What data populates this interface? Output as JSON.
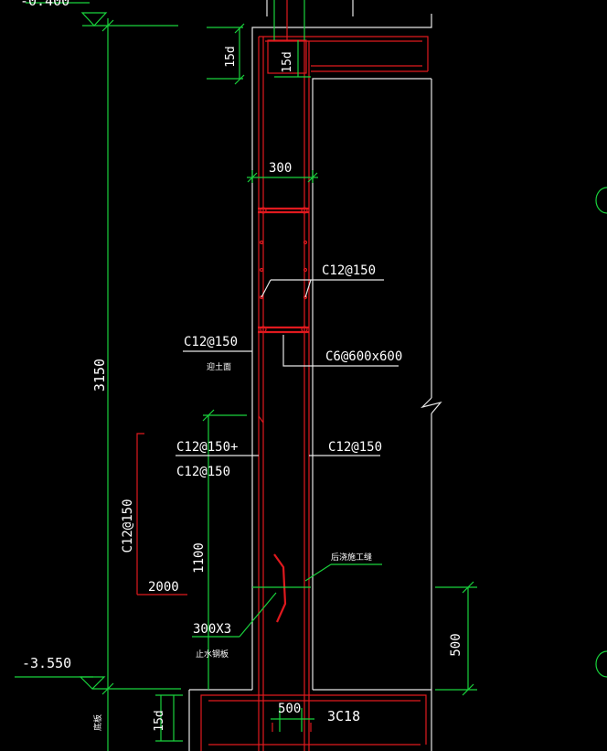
{
  "elevations": {
    "top": "-0.400",
    "bottom": "-3.550"
  },
  "dimensions": {
    "wall_height": "3150",
    "wall_thickness": "300",
    "anchorage_top_left": "15d",
    "anchorage_top_right": "15d",
    "anchorage_bottom": "15d",
    "lower_zone": "1100",
    "water_stop_height": "500",
    "foundation_width": "500"
  },
  "rebar_labels": {
    "horizontal_inner": "C12@150",
    "outer_face": "C12@150",
    "tie_bars": "C6@600x600",
    "outer_lower_1": "C12@150+",
    "outer_lower_2": "C12@150",
    "inner_face": "C12@150",
    "added_bars": "C12@150",
    "added_length": "2000",
    "steel_plate": "300X3",
    "foundation_bars": "3C18"
  },
  "notes": {
    "outer_face_note": "迎土面",
    "embedded_note": "后浇施工缝",
    "plate_note": "止水钢板",
    "slab_note": "底板"
  }
}
